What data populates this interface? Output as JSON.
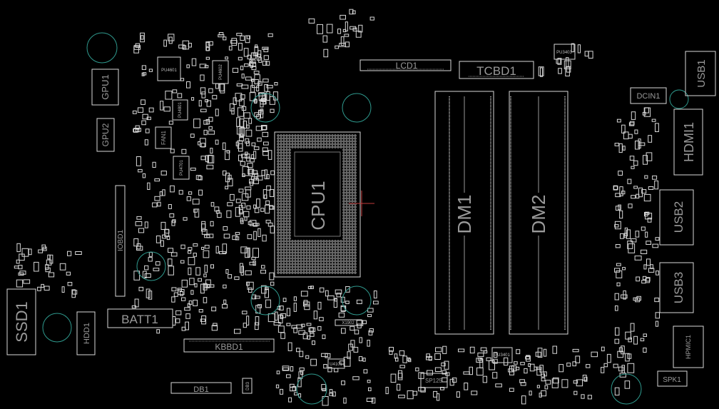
{
  "board": {
    "colors": {
      "background": "#000000",
      "outline": "#d8d8d8",
      "label": "#9a9a9a",
      "hole": "#2f9a8e",
      "cursor": "#c03a3a"
    },
    "components": {
      "cpu1": "CPU1",
      "dm1": "DM1",
      "dm2": "DM2",
      "lcd1": "LCD1",
      "tcbd1": "TCBD1",
      "dcin1": "DCIN1",
      "usb1": "USB1",
      "hdmi1": "HDMI1",
      "usb2": "USB2",
      "usb3": "USB3",
      "hpmic1": "HPMIC1",
      "spk1": "SPK1",
      "ssd1": "SSD1",
      "hdd1": "HDD1",
      "batt1": "BATT1",
      "kbbd1": "KBBD1",
      "db1": "DB1",
      "db3": "DB3",
      "iobd1": "IOBD1",
      "gpu1": "GPU1",
      "gpu2": "GPU2",
      "fan1": "FAN1",
      "pu4601": "PU4601",
      "pu4602": "PU4602",
      "pu4801": "PU4801",
      "pu4701": "PU4701",
      "x1902": "X1902",
      "u4101": "U4101",
      "sp125": "SP125",
      "pu3401": "PU3401",
      "pu3403": "PU3403"
    }
  }
}
